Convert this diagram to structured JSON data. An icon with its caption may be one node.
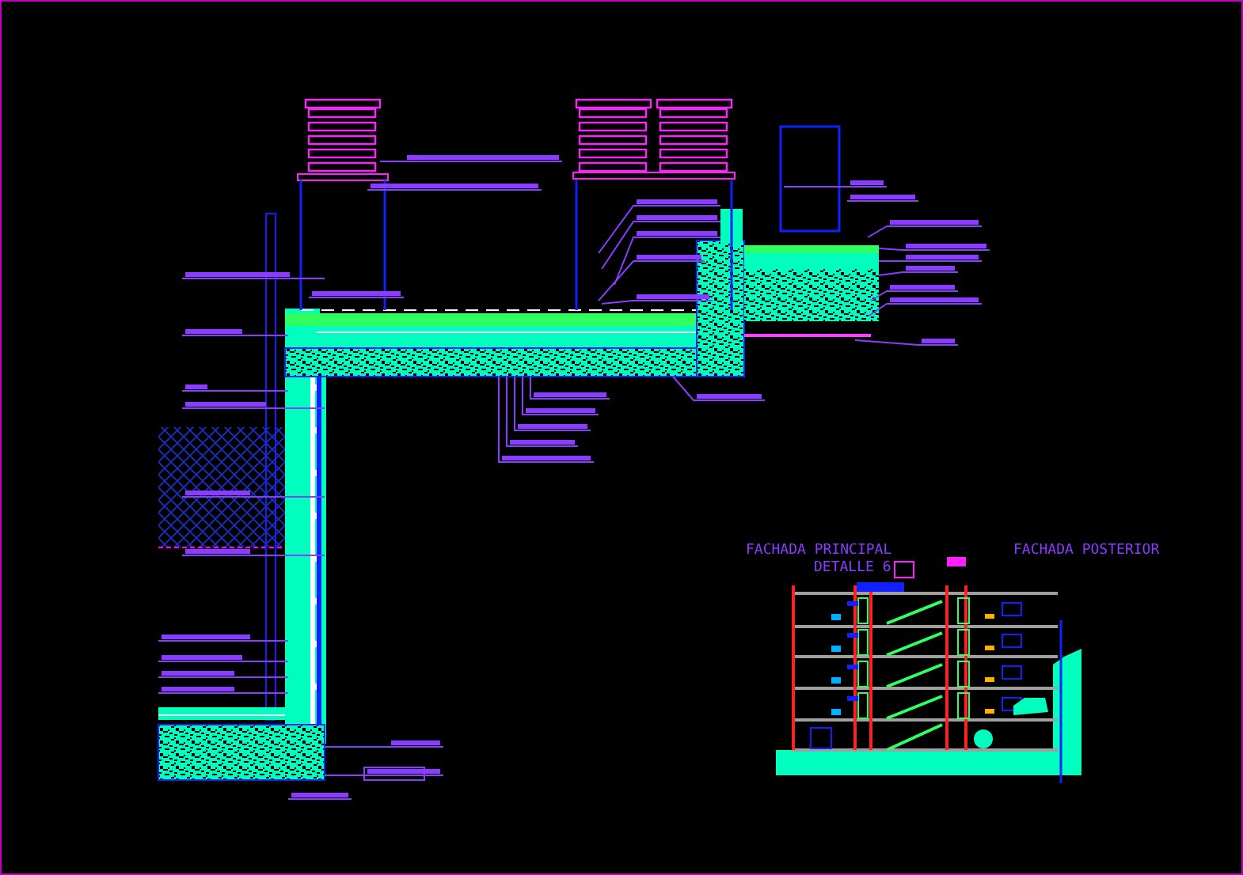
{
  "diagram": {
    "labels": [
      "FACHADA PRINCIPAL",
      "DETALLE 6",
      "FACHADA POSTERIOR"
    ]
  }
}
